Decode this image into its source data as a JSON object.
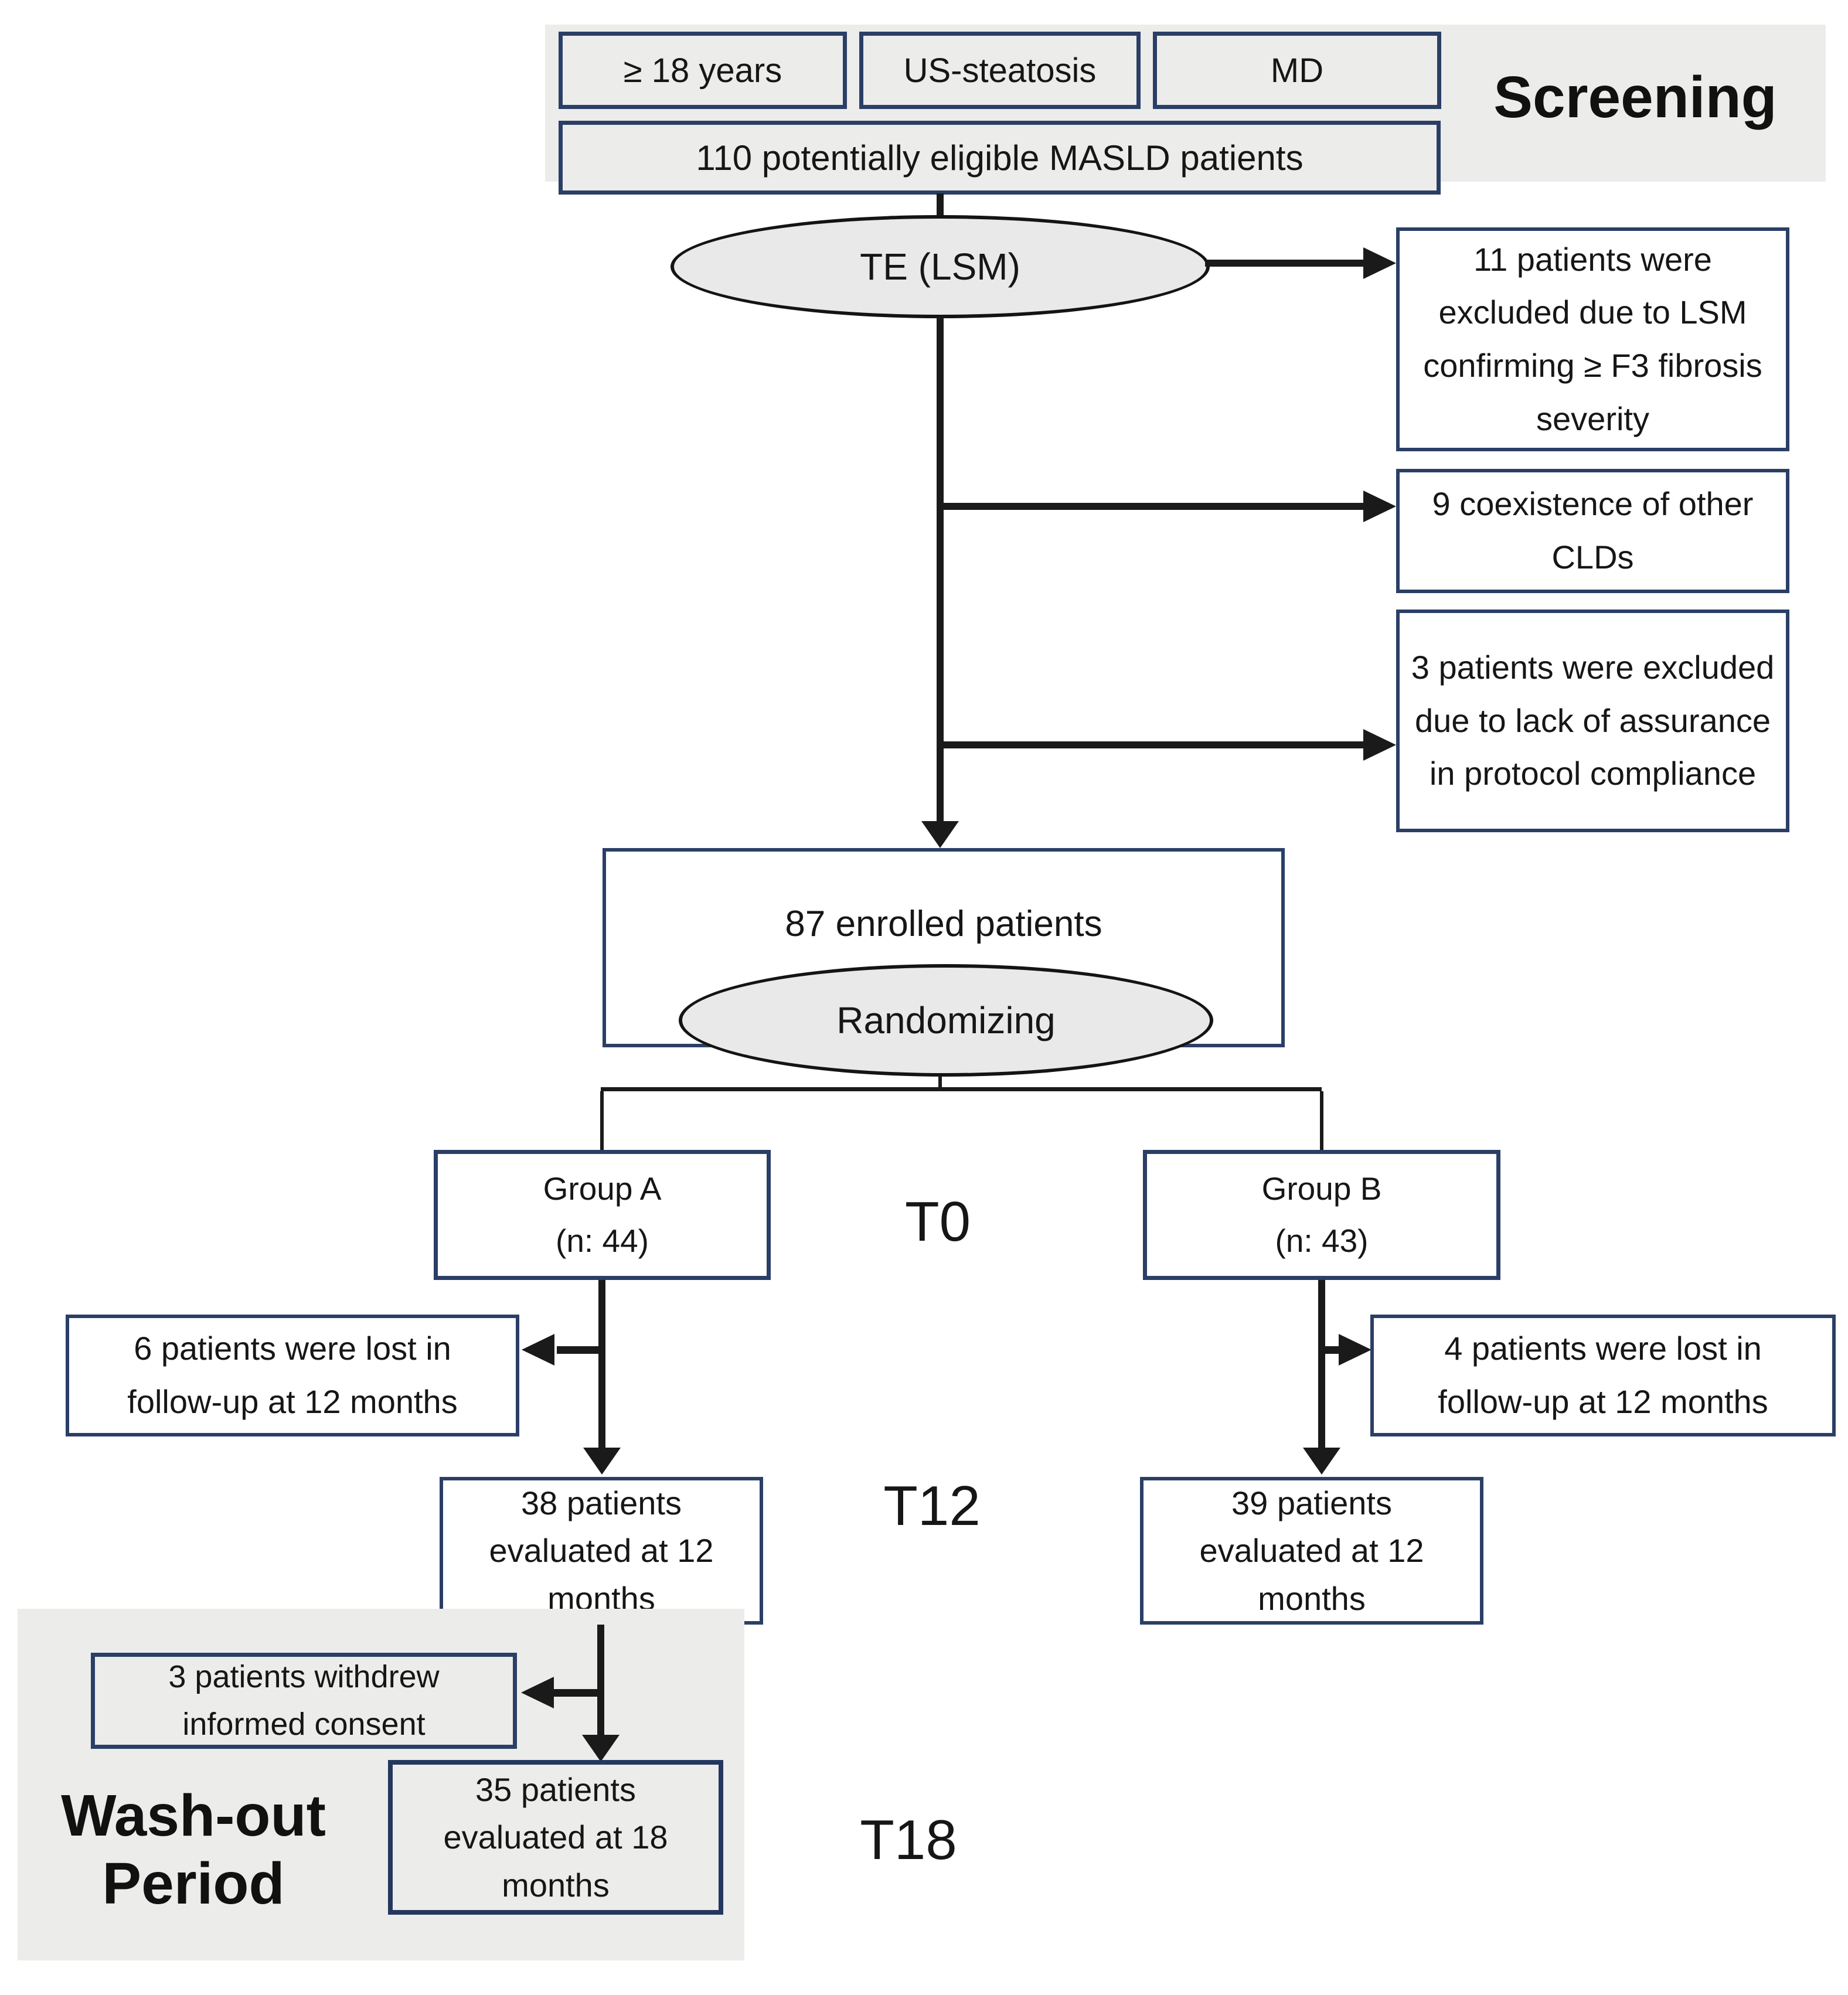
{
  "colors": {
    "border_navy": "#2b3f66",
    "panel_gray": "#ececea",
    "ellipse_gray": "#e9e9e9",
    "line_black": "#1a1a1a"
  },
  "screening": {
    "banner": "Screening",
    "criteria": {
      "age": "≥ 18 years",
      "us": "US-steatosis",
      "md": "MD"
    },
    "pool": "110 potentially eligible MASLD patients",
    "te_ellipse": "TE (LSM)"
  },
  "exclusions": {
    "lsm": {
      "lines": [
        "11 patients were",
        "excluded due to LSM",
        "confirming ≥ F3 fibrosis",
        "severity"
      ]
    },
    "cld": {
      "lines": [
        "9 coexistence of other",
        "CLDs"
      ]
    },
    "protocol": {
      "lines": [
        "3 patients were excluded",
        "due to lack of assurance",
        "in protocol compliance"
      ]
    }
  },
  "enrollment": {
    "enrolled": "87 enrolled patients",
    "randomizing": "Randomizing"
  },
  "t0": {
    "stage_label": "T0",
    "group_a": {
      "lines": [
        "Group A",
        "(n: 44)"
      ]
    },
    "group_b": {
      "lines": [
        "Group B",
        "(n: 43)"
      ]
    }
  },
  "t12": {
    "stage_label": "T12",
    "lost_a": {
      "lines": [
        "6 patients were lost in",
        "follow-up at 12 months"
      ]
    },
    "lost_b": {
      "lines": [
        "4 patients were lost in",
        "follow-up at 12 months"
      ]
    },
    "eval_a": {
      "lines": [
        "38 patients",
        "evaluated at 12",
        "months"
      ]
    },
    "eval_b": {
      "lines": [
        "39 patients",
        "evaluated at 12",
        "months"
      ]
    }
  },
  "washout": {
    "banner": {
      "lines": [
        "Wash-out",
        "Period"
      ]
    },
    "stage_label": "T18",
    "withdrew": {
      "lines": [
        "3 patients withdrew",
        "informed consent"
      ]
    },
    "eval18": {
      "lines": [
        "35 patients",
        "evaluated at 18",
        "months"
      ]
    }
  }
}
